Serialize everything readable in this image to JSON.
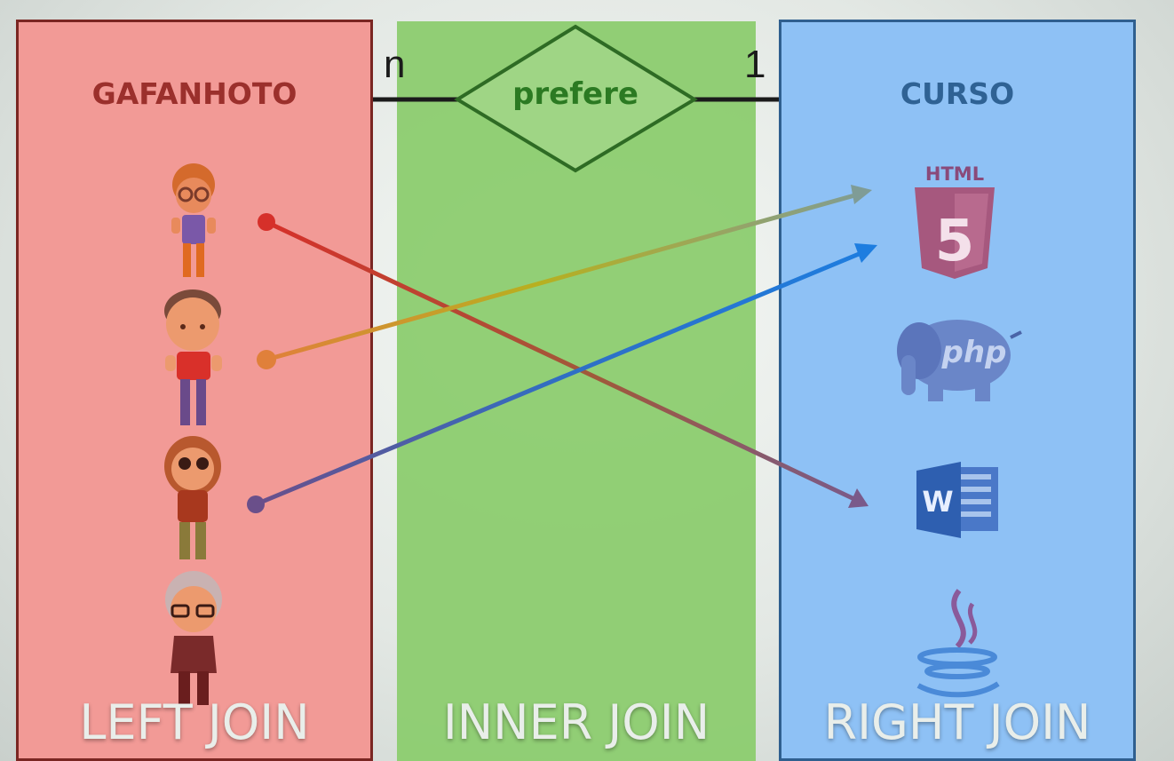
{
  "entities": {
    "left": "GAFANHOTO",
    "right": "CURSO"
  },
  "relationship": {
    "label": "prefere",
    "card_left": "n",
    "card_right": "1"
  },
  "joins": {
    "left": "LEFT JOIN",
    "inner": "INNER JOIN",
    "right": "RIGHT JOIN"
  },
  "course_icons": {
    "html_label": "HTML",
    "html_digit": "5",
    "php_label": "php",
    "word_label": "W",
    "icons": [
      "html5-icon",
      "php-elephant-icon",
      "word-icon",
      "java-icon"
    ]
  },
  "people_icons": [
    "student-curly-hair-icon",
    "student-red-shirt-icon",
    "student-woman-icon",
    "student-old-man-icon"
  ],
  "colors": {
    "left_panel": "#f29a96",
    "inner_panel": "#8ccc6f",
    "right_panel": "#8ec1f5",
    "relationship_stroke": "#2b7a22"
  }
}
